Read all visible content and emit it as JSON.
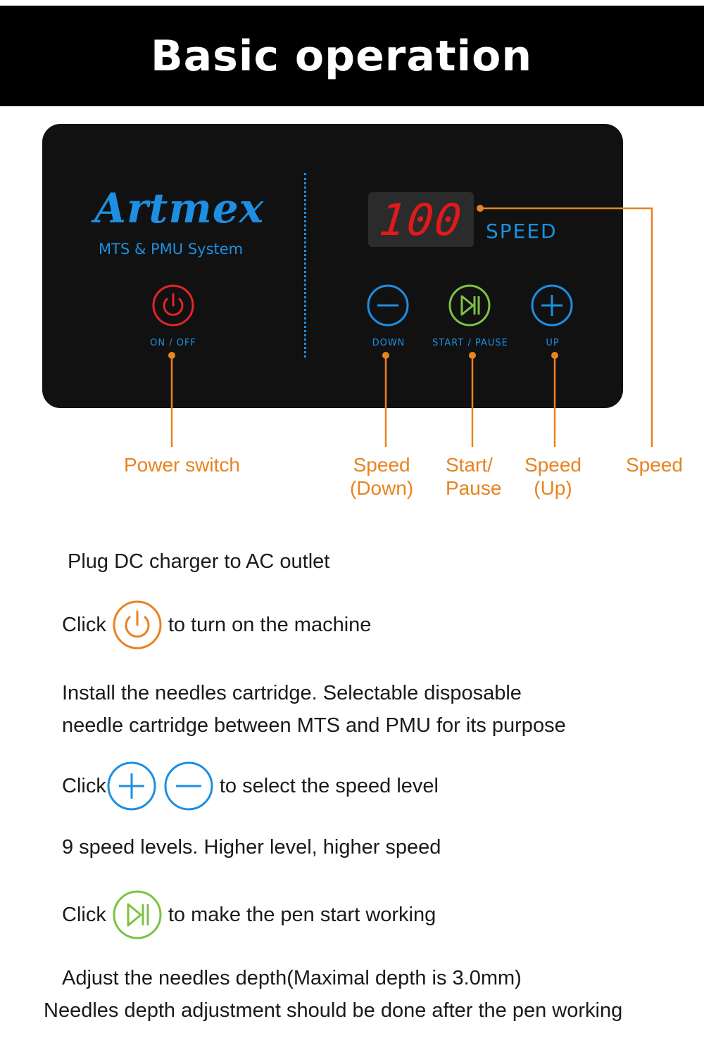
{
  "header": {
    "title": "Basic operation"
  },
  "panel": {
    "brand": "Artmex",
    "brand_subtitle": "MTS & PMU System",
    "display_value": "100",
    "speed_label": "SPEED",
    "buttons": {
      "power": "ON / OFF",
      "down": "DOWN",
      "start_pause": "START / PAUSE",
      "up": "UP"
    }
  },
  "callouts": {
    "power": "Power switch",
    "speed_down_1": "Speed",
    "speed_down_2": "(Down)",
    "start_pause_1": "Start/",
    "start_pause_2": "Pause",
    "speed_up_1": "Speed",
    "speed_up_2": "(Up)",
    "speed": "Speed"
  },
  "instructions": {
    "plug": "Plug DC charger to AC outlet",
    "click_power_prefix": "Click",
    "click_power_suffix": "to turn on the machine",
    "install_1": "Install the needles cartridge. Selectable disposable",
    "install_2": "needle cartridge between MTS and PMU for its purpose",
    "click_speed_prefix": "Click",
    "click_speed_suffix": "to select the speed level",
    "levels": "9 speed levels. Higher level, higher speed",
    "click_start_prefix": "Click",
    "click_start_suffix": "to make the pen start working",
    "depth_1": "Adjust the needles depth(Maximal depth is 3.0mm)",
    "depth_2": "Needles depth adjustment should be done after the pen working"
  },
  "colors": {
    "accent_blue": "#1d8fe2",
    "power_red": "#e0262a",
    "start_green": "#7cc242",
    "callout_orange": "#e8831f",
    "display_red": "#e01a1a"
  }
}
